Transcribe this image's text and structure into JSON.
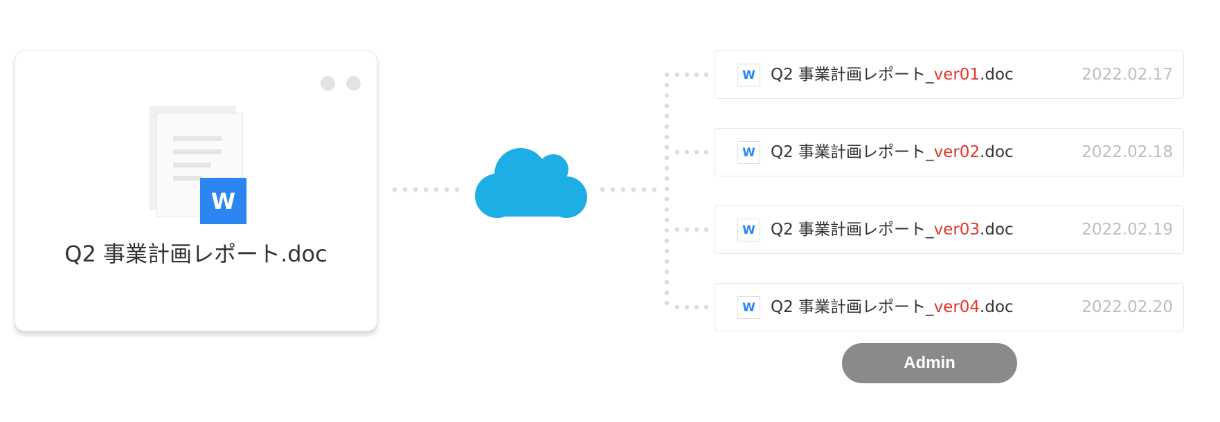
{
  "source_doc": {
    "icon": "word-document-icon",
    "badge": "W",
    "title": "Q2 事業計画レポート.doc"
  },
  "cloud": {
    "icon": "cloud-icon",
    "color": "#1eaee6"
  },
  "versions": [
    {
      "icon_letter": "W",
      "name_prefix": "Q2 事業計画レポート_",
      "version": "ver01",
      "extension": ".doc",
      "date": "2022.02.17"
    },
    {
      "icon_letter": "W",
      "name_prefix": "Q2 事業計画レポート_",
      "version": "ver02",
      "extension": ".doc",
      "date": "2022.02.18"
    },
    {
      "icon_letter": "W",
      "name_prefix": "Q2 事業計画レポート_",
      "version": "ver03",
      "extension": ".doc",
      "date": "2022.02.19"
    },
    {
      "icon_letter": "W",
      "name_prefix": "Q2 事業計画レポート_",
      "version": "ver04",
      "extension": ".doc",
      "date": "2022.02.20"
    }
  ],
  "admin_label": "Admin",
  "colors": {
    "word_blue": "#2b86f4",
    "version_highlight": "#e5332a",
    "date_gray": "#bdbdbd",
    "connector_dots": "#dcdcdc",
    "admin_pill": "#8a8a8a"
  }
}
